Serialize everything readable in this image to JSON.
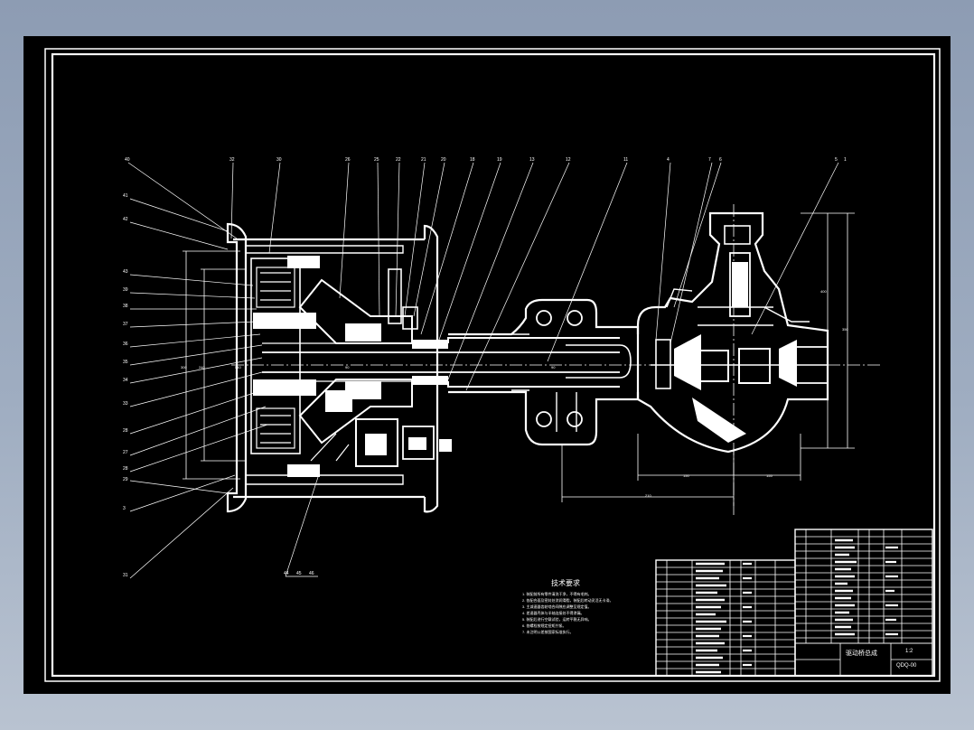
{
  "viewer": {
    "background_top": "#8d9cb3",
    "background_bottom": "#b9c3d1",
    "sheet_color": "#000000",
    "line_color": "#ffffff"
  },
  "drawing": {
    "top_leader_labels": [
      "40",
      "32",
      "30",
      "26",
      "25",
      "22",
      "21",
      "20",
      "18",
      "19",
      "13",
      "12",
      "11",
      "4",
      "7",
      "6",
      "5",
      "1"
    ],
    "left_leader_labels": [
      "41",
      "42",
      "43",
      "39",
      "38",
      "37",
      "36",
      "35",
      "34",
      "33",
      "28",
      "27",
      "28",
      "29",
      "3",
      "31"
    ],
    "bottom_leader_labels": [
      "44",
      "45",
      "46"
    ],
    "dimension_labels": [
      "300",
      "240",
      "400",
      "350",
      "150",
      "155",
      "210",
      "90",
      "90",
      "540"
    ],
    "tech_requirements_title": "技术要求",
    "tech_requirements_lines": [
      "1. 装配前所有零件清洗干净，不得有毛刺。",
      "2. 各配合面及密封处涂润滑脂，装配后转动灵活无卡滞。",
      "3. 主减速器齿轮啮合间隙应调整至规定值。",
      "4. 差速器壳体与半轴连接处不得渗漏。",
      "5. 装配后进行空载试验，运转平稳无异响。",
      "6. 各螺栓按规定扭矩拧紧。",
      "7. 未注明公差按国家标准执行。"
    ]
  },
  "title_block": {
    "drawing_name": "驱动桥总成",
    "drawing_code": "QDQ-00",
    "scale": "1:2"
  }
}
